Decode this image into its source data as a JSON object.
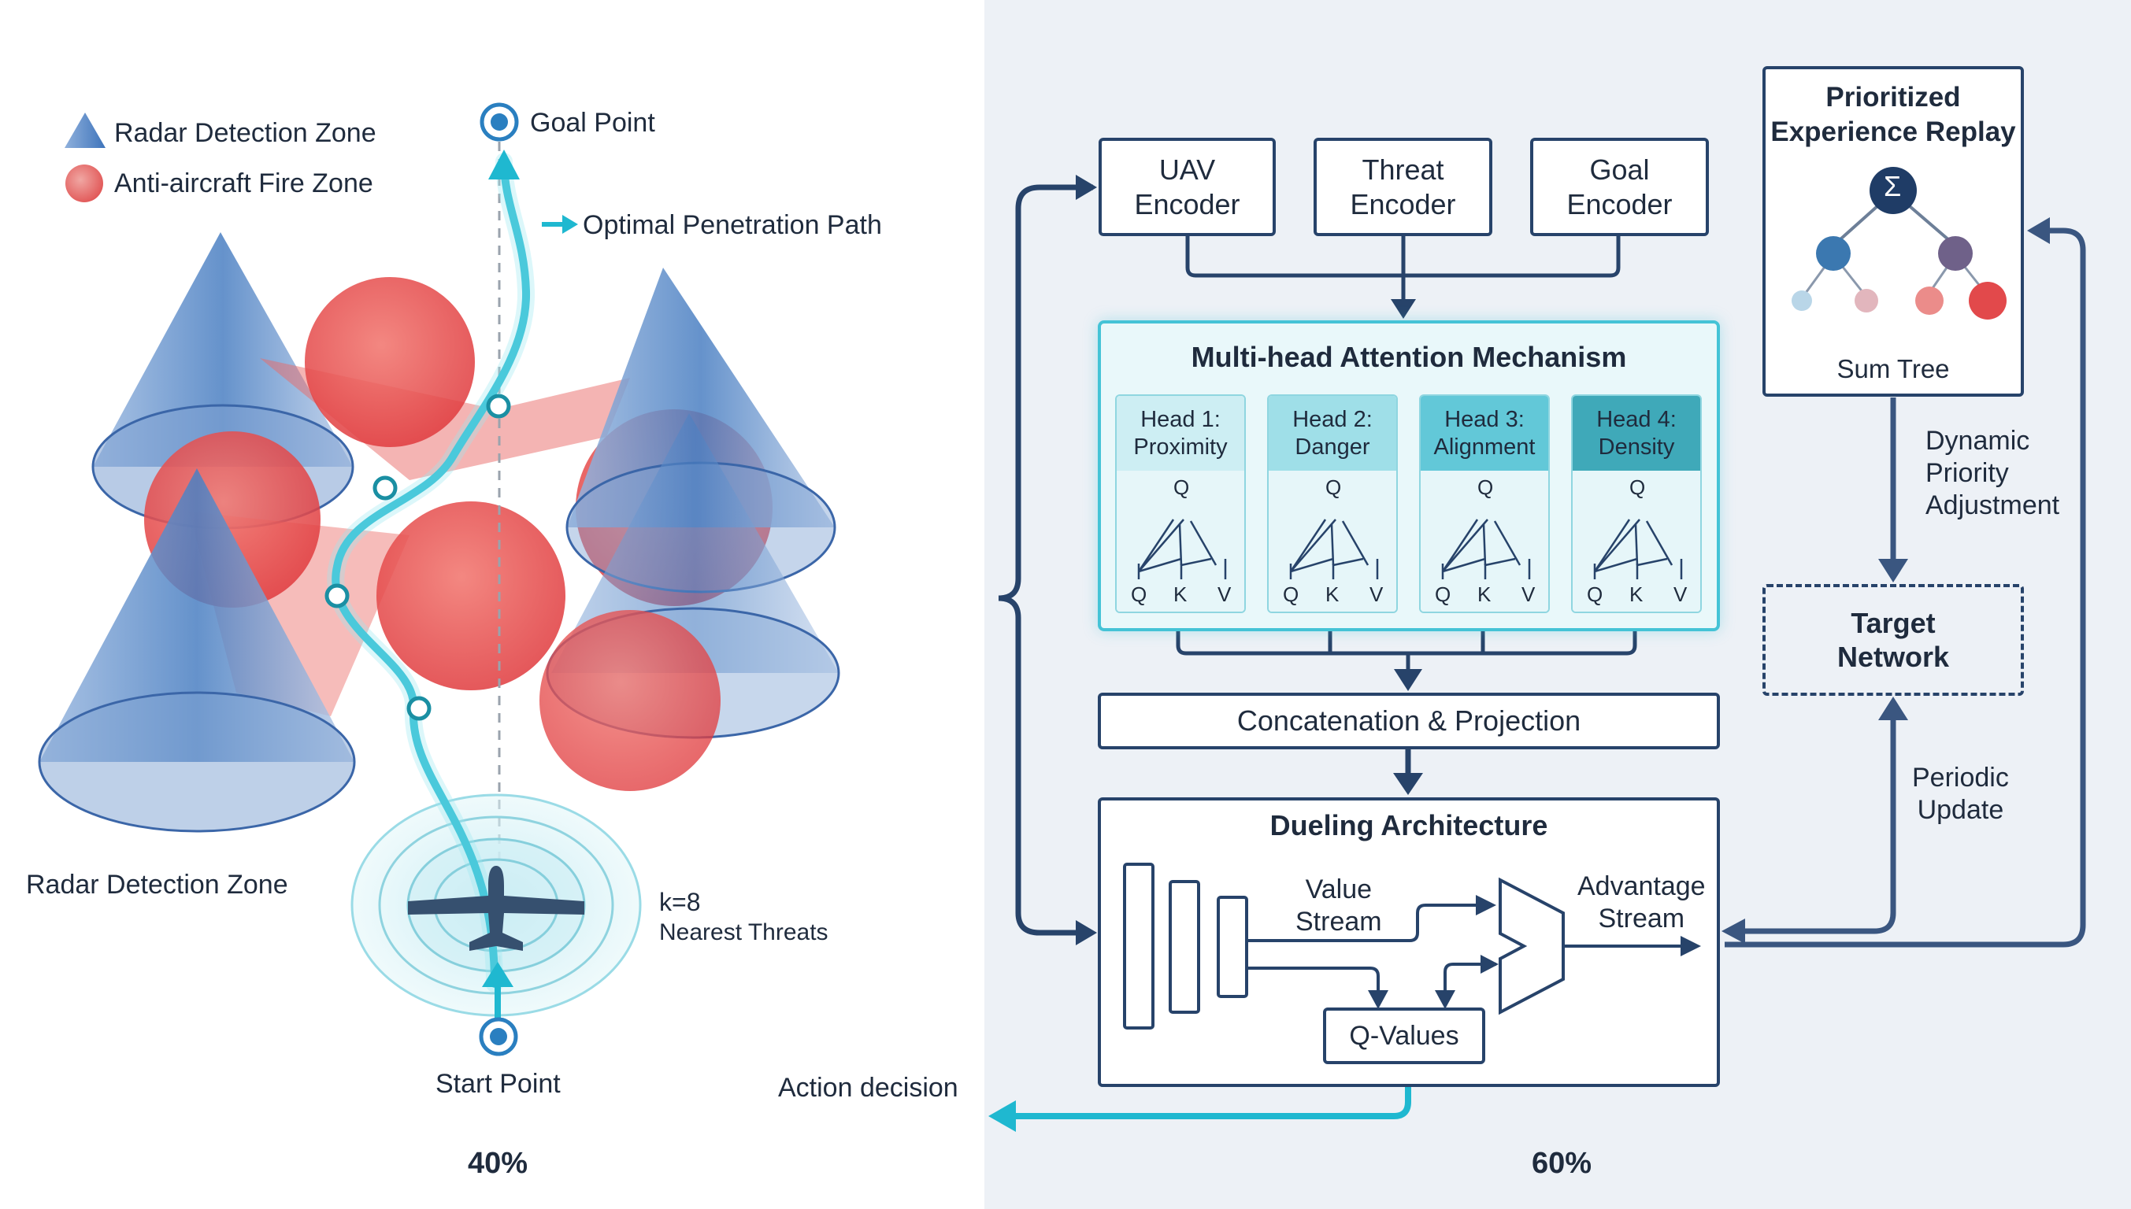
{
  "legend": {
    "radar_label": "Radar Detection Zone",
    "fire_label": "Anti-aircraft Fire Zone"
  },
  "scene": {
    "goal_label": "Goal Point",
    "path_label": "Optimal Penetration Path",
    "radar_zone_label": "Radar Detection Zone",
    "k_label": "k=8",
    "threats_label": "Nearest Threats",
    "start_label": "Start Point",
    "action_label": "Action decision",
    "left_percent": "40%"
  },
  "network": {
    "encoders": [
      {
        "line1": "UAV",
        "line2": "Encoder"
      },
      {
        "line1": "Threat",
        "line2": "Encoder"
      },
      {
        "line1": "Goal",
        "line2": "Encoder"
      }
    ],
    "attention_title": "Multi-head Attention Mechanism",
    "heads": [
      {
        "line1": "Head 1:",
        "line2": "Proximity",
        "color": "#cdeef3"
      },
      {
        "line1": "Head 2:",
        "line2": "Danger",
        "color": "#9fdfe8"
      },
      {
        "line1": "Head 3:",
        "line2": "Alignment",
        "color": "#62c8d8"
      },
      {
        "line1": "Head 4:",
        "line2": "Density",
        "color": "#3fa9b9"
      }
    ],
    "qkv": {
      "q": "Q",
      "k": "K",
      "v": "V"
    },
    "concat_label": "Concatenation & Projection",
    "dueling_title": "Dueling Architecture",
    "value_stream": {
      "line1": "Value",
      "line2": "Stream"
    },
    "advantage_stream": {
      "line1": "Advantage",
      "line2": "Stream"
    },
    "qvalues_label": "Q-Values",
    "per_title_1": "Prioritized",
    "per_title_2": "Experience Replay",
    "sum_symbol": "Σ",
    "sum_tree_label": "Sum Tree",
    "dynamic": {
      "line1": "Dynamic",
      "line2": "Priority",
      "line3": "Adjustment"
    },
    "target": {
      "line1": "Target",
      "line2": "Network"
    },
    "periodic": {
      "line1": "Periodic",
      "line2": "Update"
    },
    "right_percent": "60%"
  },
  "colors": {
    "navy": "#27436a",
    "cyan": "#1fb8d0",
    "radar_blue": "#3f7cc0",
    "fire_red": "#e8484a"
  }
}
